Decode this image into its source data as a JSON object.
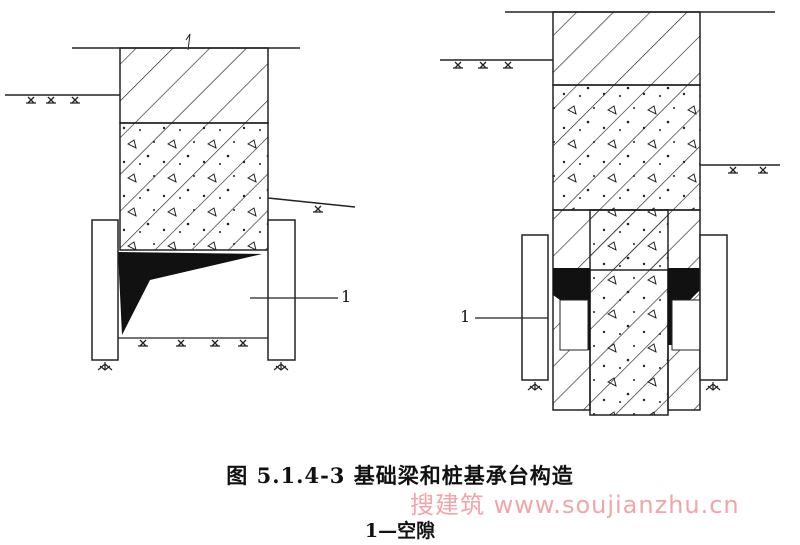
{
  "figure": {
    "caption": "图 5.1.4-3    基础梁和桩基承台构造",
    "legend": "1—空隙",
    "watermark": "搜建筑 www.soujianzhu.cn",
    "left_label": "1",
    "right_label": "1"
  }
}
